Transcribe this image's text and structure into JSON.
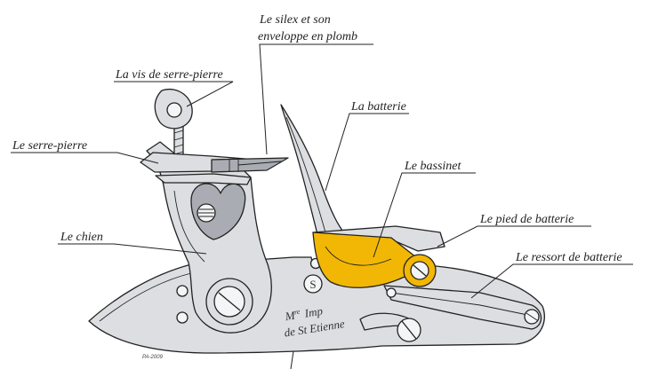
{
  "labels": {
    "silex_line1": "Le silex et son",
    "silex_line2": "enveloppe en plomb",
    "vis": "La vis de serre-pierre",
    "batterie": "La batterie",
    "serre_pierre": "Le serre-pierre",
    "bassinet": "Le bassinet",
    "chien": "Le chien",
    "pied": "Le pied de batterie",
    "ressort": "Le ressort de batterie"
  },
  "engraving": {
    "m": "M",
    "sup": "re",
    "imp": "Imp",
    "line2": "de St Etienne",
    "stamp": "S"
  },
  "signature": "PA-2009",
  "colors": {
    "brass": "#f2b705",
    "steel": "#dcdee1",
    "ink": "#222222"
  }
}
